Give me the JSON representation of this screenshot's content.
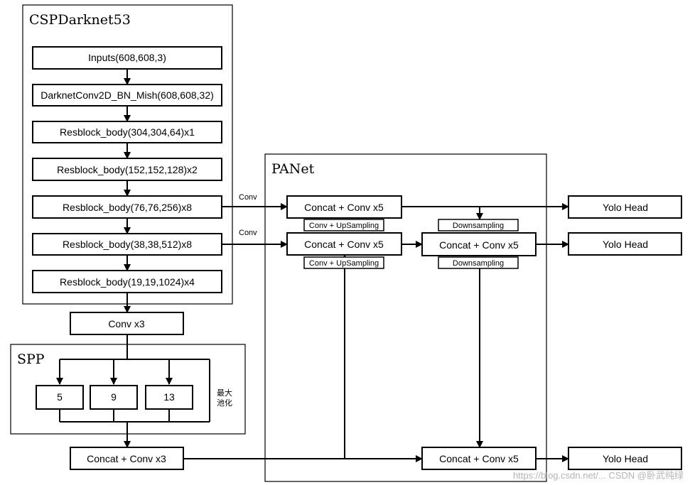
{
  "groups": {
    "backbone": "CSPDarknet53",
    "spp": "SPP",
    "panet": "PANet"
  },
  "backbone_blocks": [
    "Inputs(608,608,3)",
    "DarknetConv2D_BN_Mish(608,608,32)",
    "Resblock_body(304,304,64)x1",
    "Resblock_body(152,152,128)x2",
    "Resblock_body(76,76,256)x8",
    "Resblock_body(38,38,512)x8",
    "Resblock_body(19,19,1024)x4"
  ],
  "conv_x3": "Conv x3",
  "spp_pools": [
    "5",
    "9",
    "13"
  ],
  "spp_note": [
    "最大",
    "池化"
  ],
  "concat_conv_x3": "Concat + Conv x3",
  "edge_labels": {
    "conv_top": "Conv",
    "conv_mid": "Conv"
  },
  "panet_nodes": {
    "concat_left_top": "Concat + Conv x5",
    "concat_left_mid": "Concat + Conv x5",
    "concat_right_mid": "Concat + Conv x5",
    "concat_right_bottom": "Concat + Conv x5"
  },
  "panet_tags": {
    "up_top": "Conv + UpSampling",
    "up_bottom": "Conv + UpSampling",
    "down_top": "Downsampling",
    "down_bottom": "Downsampling"
  },
  "heads": [
    "Yolo Head",
    "Yolo Head",
    "Yolo Head"
  ],
  "watermark": "https://blog.csdn.net/... CSDN @卧武纯绿"
}
